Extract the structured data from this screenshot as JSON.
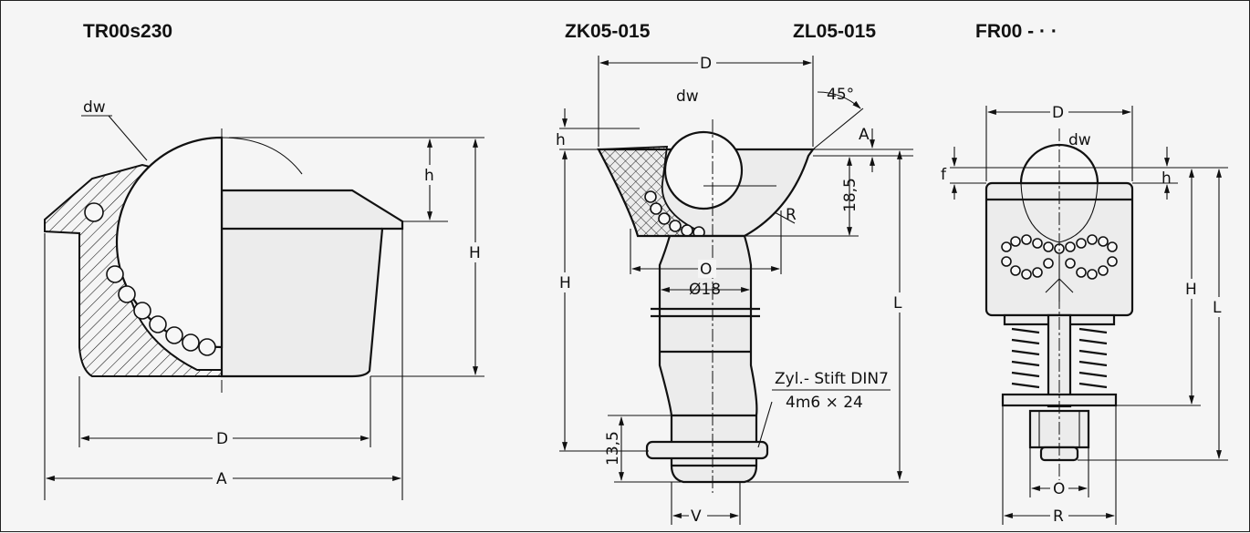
{
  "titles": {
    "tr": "TR00s230",
    "zk": "ZK05-015",
    "zl": "ZL05-015",
    "fr": "FR00 - · ·"
  },
  "labels": {
    "dw": "dw",
    "h": "h",
    "H": "H",
    "D": "D",
    "A": "A",
    "L": "L",
    "O": "O",
    "R": "R",
    "V": "V",
    "f": "f",
    "phi18": "Ø18",
    "deg45": "45°",
    "d185": "18,5",
    "d135": "13,5",
    "pin_line1": "Zyl.- Stift DIN7",
    "pin_line2": "4m6 × 24"
  }
}
